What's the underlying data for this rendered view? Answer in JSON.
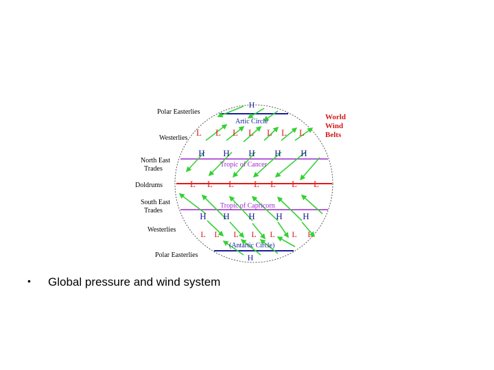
{
  "colors": {
    "arrow": "#34d134",
    "high": "#1a1a9a",
    "low": "#e01818",
    "circle_line": "#1a1a9a",
    "equator": "#e01818",
    "tropic": "#9b26c9",
    "label": "#000000",
    "world_label": "#d01818"
  },
  "diagram": {
    "belt_labels": {
      "polar_easterlies_top": "Polar Easterlies",
      "westerlies_top": "Westerlies",
      "north_east_trades_1": "North East",
      "north_east_trades_2": "Trades",
      "doldrums": "Doldrums",
      "south_east_trades_1": "South East",
      "south_east_trades_2": "Trades",
      "westerlies_bottom": "Westerlies",
      "polar_easterlies_bottom": "Polar Easterlies"
    },
    "circle_labels": {
      "arctic_circle": "Artic Circle",
      "tropic_of_cancer": "Tropic of Cancer",
      "tropic_of_capricorn": "Tropic of Capricorn",
      "antarctic_circle": "(Antartic Circle)"
    },
    "world_wind_belts": [
      "World",
      "Wind",
      "Belts"
    ],
    "pressure_rows": {
      "north_pole": [
        "H"
      ],
      "subpolar_north": [
        "L",
        "L",
        "L",
        "L",
        "L",
        "L",
        "L"
      ],
      "subtropical_north": [
        "H",
        "H",
        "H",
        "H",
        "H"
      ],
      "equator": [
        "L",
        "L",
        "L",
        "L",
        "L",
        "L",
        "L"
      ],
      "subtropical_south": [
        "H",
        "H",
        "H",
        "H",
        "H"
      ],
      "subpolar_south": [
        "L",
        "L",
        "L",
        "L",
        "L",
        "L",
        "L"
      ],
      "south_pole": [
        "H"
      ]
    }
  },
  "bullet": {
    "marker": "•",
    "text": "Global pressure and wind system"
  }
}
